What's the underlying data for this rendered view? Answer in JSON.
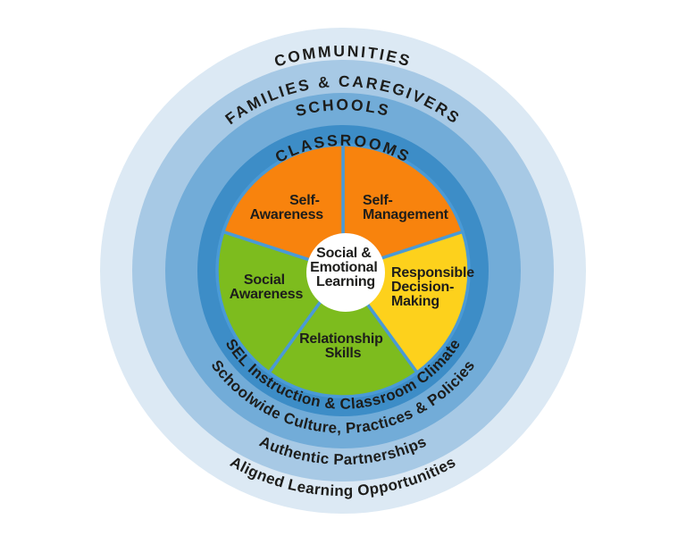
{
  "diagram": {
    "name": "CASEL SEL framework wheel",
    "text_color": "#1d1d1b",
    "divider_color": "#4a9ad6",
    "center": {
      "bg": "#ffffff",
      "lines": [
        "Social &",
        "Emotional",
        "Learning"
      ]
    },
    "rings": [
      {
        "label": "COMMUNITIES",
        "bottom_label": "Aligned Learning Opportunities",
        "color": "#dce9f4"
      },
      {
        "label": "FAMILIES & CAREGIVERS",
        "bottom_label": "Authentic Partnerships",
        "color": "#a7c9e5"
      },
      {
        "label": "SCHOOLS",
        "bottom_label": "Schoolwide Culture, Practices & Policies",
        "color": "#72acd8"
      },
      {
        "label": "CLASSROOMS",
        "bottom_label": "SEL Instruction & Classroom Climate",
        "color": "#3d8dc7"
      }
    ],
    "competencies": [
      {
        "name": "Self-Awareness",
        "lines": [
          "Self-",
          "Awareness"
        ],
        "color": "#f8830d"
      },
      {
        "name": "Self-Management",
        "lines": [
          "Self-",
          "Management"
        ],
        "color": "#f8830d"
      },
      {
        "name": "Responsible Decision-Making",
        "lines": [
          "Responsible",
          "Decision-",
          "Making"
        ],
        "color": "#fdd11c"
      },
      {
        "name": "Relationship Skills",
        "lines": [
          "Relationship",
          "Skills"
        ],
        "color": "#7dbc1e"
      },
      {
        "name": "Social Awareness",
        "lines": [
          "Social",
          "Awareness"
        ],
        "color": "#7dbc1e"
      }
    ]
  }
}
